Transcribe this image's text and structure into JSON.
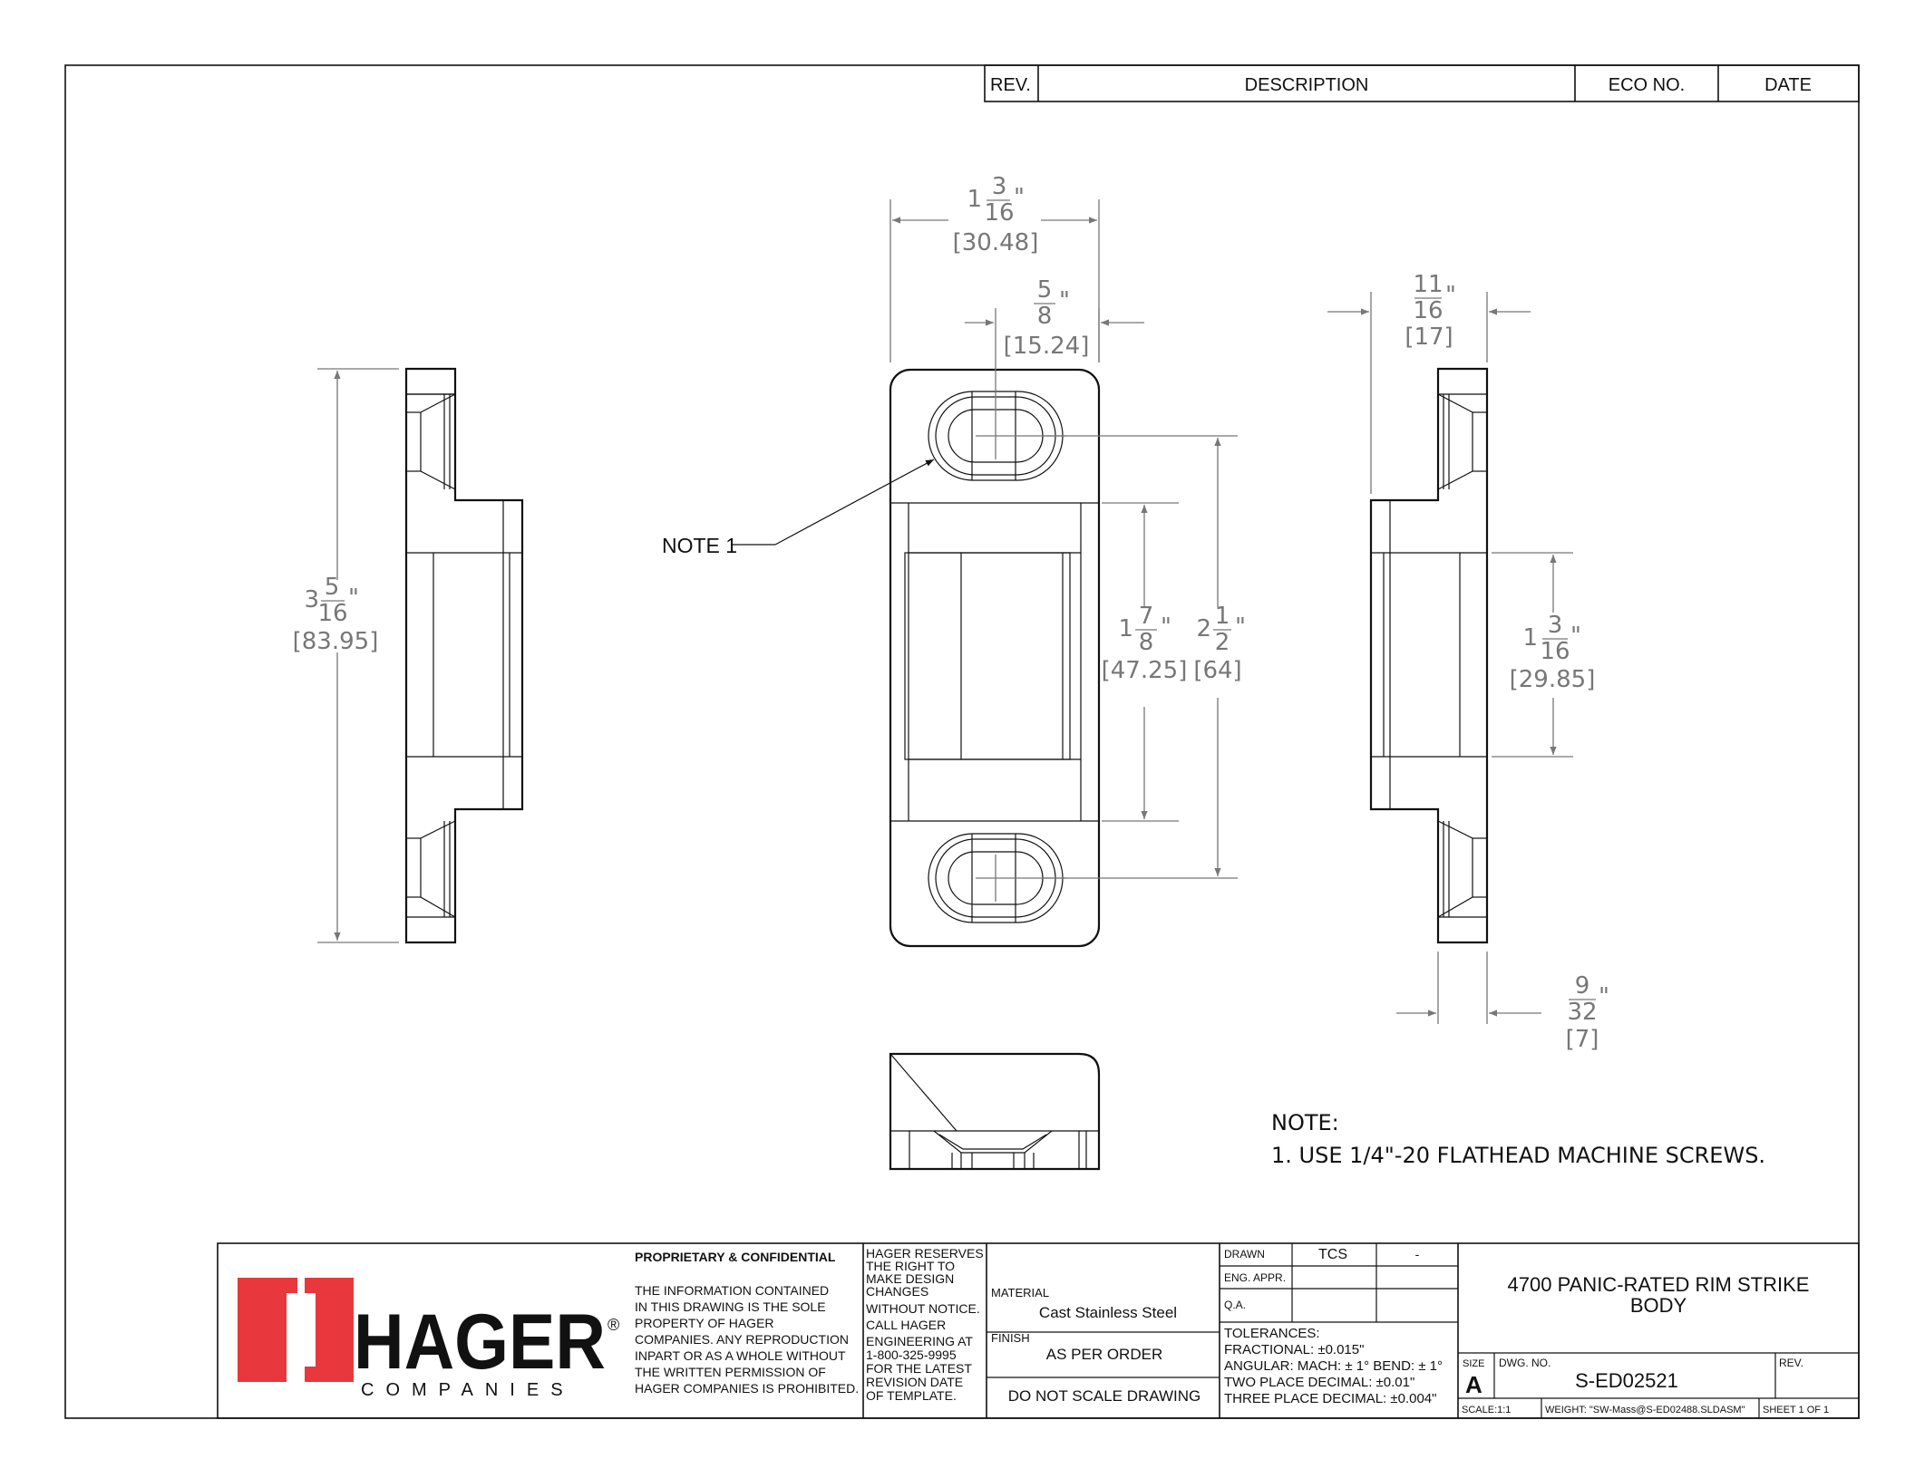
{
  "revision_block": {
    "headers": [
      "REV.",
      "DESCRIPTION",
      "ECO NO.",
      "DATE"
    ]
  },
  "dimensions": {
    "overall_width": {
      "whole": "1",
      "num": "3",
      "den": "16",
      "unit": "\"",
      "mm": "[30.48]"
    },
    "hole_spacing_width": {
      "whole": "",
      "num": "5",
      "den": "8",
      "unit": "\"",
      "mm": "[15.24]"
    },
    "overall_length": {
      "whole": "3",
      "num": "5",
      "den": "16",
      "unit": "\"",
      "mm": "[83.95]"
    },
    "inner_length": {
      "whole": "1",
      "num": "7",
      "den": "8",
      "unit": "\"",
      "mm": "[47.25]"
    },
    "hole_centers": {
      "whole": "2",
      "num": "1",
      "den": "2",
      "unit": "\"",
      "mm": "[64]"
    },
    "depth": {
      "whole": "",
      "num": "11",
      "den": "16",
      "unit": "\"",
      "mm": "[17]"
    },
    "pocket_length": {
      "whole": "1",
      "num": "3",
      "den": "16",
      "unit": "\"",
      "mm": "[29.85]"
    },
    "flange_thickness": {
      "whole": "",
      "num": "9",
      "den": "32",
      "unit": "\"",
      "mm": "[7]"
    }
  },
  "callout": "NOTE 1",
  "notes": {
    "heading": "NOTE:",
    "items": [
      "1.  USE 1/4\"-20 FLATHEAD MACHINE SCREWS."
    ]
  },
  "title_block": {
    "logo_text": "HAGER",
    "logo_sub": "COMPANIES",
    "logo_mark": "®",
    "logo_red": "#e8383d",
    "proprietary_heading": "PROPRIETARY & CONFIDENTIAL",
    "proprietary_lines": [
      "THE INFORMATION CONTAINED",
      "IN THIS DRAWING IS THE SOLE",
      "PROPERTY OF HAGER",
      "COMPANIES. ANY REPRODUCTION",
      "INPART OR  AS A WHOLE WITHOUT",
      "THE WRITTEN PERMISSION OF",
      "HAGER COMPANIES IS PROHIBITED."
    ],
    "reserves_lines": [
      "HAGER RESERVES",
      "THE RIGHT TO",
      "MAKE DESIGN",
      "CHANGES",
      "WITHOUT NOTICE.",
      "CALL HAGER",
      "ENGINEERING AT",
      "1-800-325-9995",
      "FOR THE LATEST",
      "REVISION DATE",
      "OF TEMPLATE."
    ],
    "material_label": "MATERIAL",
    "material": "Cast Stainless Steel",
    "finish_label": "FINISH",
    "finish": "AS PER ORDER",
    "do_not_scale": "DO  NOT  SCALE  DRAWING",
    "drawn_label": "DRAWN",
    "drawn_by": "TCS",
    "drawn_date": "-",
    "eng_appr_label": "ENG. APPR.",
    "qa_label": "Q.A.",
    "tolerances": [
      "TOLERANCES:",
      "FRACTIONAL: ±0.015\"",
      "ANGULAR: MACH: ± 1° BEND: ± 1°",
      "TWO PLACE DECIMAL: ±0.01\"",
      "THREE PLACE DECIMAL: ±0.004\""
    ],
    "title_line1": "4700 PANIC-RATED RIM STRIKE",
    "title_line2": "BODY",
    "size_label": "SIZE",
    "size": "A",
    "dwg_no_label": "DWG.  NO.",
    "dwg_no": "S-ED02521",
    "rev_label": "REV.",
    "scale": "SCALE:1:1",
    "weight": "WEIGHT: \"SW-Mass@S-ED02488.SLDASM\"",
    "sheet": "SHEET 1 OF 1"
  }
}
